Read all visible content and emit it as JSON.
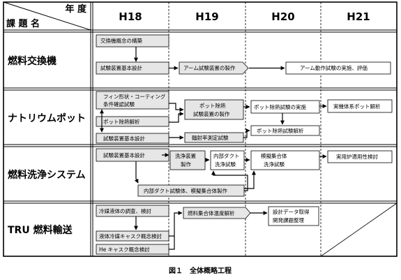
{
  "header": {
    "corner_top": "年 度",
    "corner_bottom": "課 題 名",
    "years": [
      "H18",
      "H19",
      "H20",
      "H21"
    ]
  },
  "categories": [
    "燃料交換機",
    "ナトリウムポット",
    "燃料洗浄システム",
    "TRU 燃料輸送"
  ],
  "boxes": {
    "b1": "交換機概念の構築",
    "b2": "試験装置基本設計",
    "b3": "アーム試験装置の製作",
    "b4": "アーム動作試験の実施、評価",
    "b5_1": "フィン形状・コーティング",
    "b5_2": "条件確認試験",
    "b6": "ポット除熱解析",
    "b7": "試験装置基本設計",
    "b8_1": "ポット除熱",
    "b8_2": "試験装置の製作",
    "b9": "輻射率測定試験",
    "b10": "ポット除熱試験の実施",
    "b11": "ポット除熱試験解析",
    "b12": "実機体系ポット解析",
    "b13": "試験装置基本設計",
    "b14_1": "洗浄装置",
    "b14_2": "製作",
    "b15_1": "内部ダクト",
    "b15_2": "洗浄試験",
    "b16_1": "模擬集合体",
    "b16_2": "洗浄試験",
    "b17": "実用炉適用性検討",
    "b18": "内部ダクト試験体、模擬集合体製作",
    "b19": "冷媒液体の調査、検討",
    "b20": "液体冷媒キャスク概念検討",
    "b21": "He キャスク概念検討",
    "b22": "燃料集合体温度解析",
    "b23_1": "設計データ取得",
    "b23_2": "開発課題整理"
  },
  "caption": "図１　全体概略工程"
}
